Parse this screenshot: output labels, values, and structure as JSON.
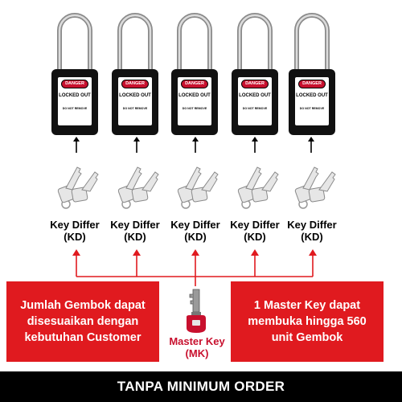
{
  "padlocks": [
    {
      "danger": "DANGER",
      "status": "LOCKED OUT",
      "note": "DO NOT REMOVE"
    },
    {
      "danger": "DANGER",
      "status": "LOCKED OUT",
      "note": "DO NOT REMOVE"
    },
    {
      "danger": "DANGER",
      "status": "LOCKED OUT",
      "note": "DO NOT REMOVE"
    },
    {
      "danger": "DANGER",
      "status": "LOCKED OUT",
      "note": "DO NOT REMOVE"
    },
    {
      "danger": "DANGER",
      "status": "LOCKED OUT",
      "note": "DO NOT REMOVE"
    }
  ],
  "keys": [
    {
      "label": "Key Differ",
      "abbr": "(KD)"
    },
    {
      "label": "Key Differ",
      "abbr": "(KD)"
    },
    {
      "label": "Key Differ",
      "abbr": "(KD)"
    },
    {
      "label": "Key Differ",
      "abbr": "(KD)"
    },
    {
      "label": "Key Differ",
      "abbr": "(KD)"
    }
  ],
  "left_panel": "Jumlah Gembok dapat disesuaikan dengan kebutuhan Customer",
  "right_panel": "1 Master Key dapat membuka hingga 560 unit Gembok",
  "master_key": {
    "label": "Master Key",
    "abbr": "(MK)"
  },
  "footer": "TANPA MINIMUM ORDER",
  "colors": {
    "red": "#e01a1f",
    "black": "#000000",
    "danger_red": "#c8102e"
  }
}
